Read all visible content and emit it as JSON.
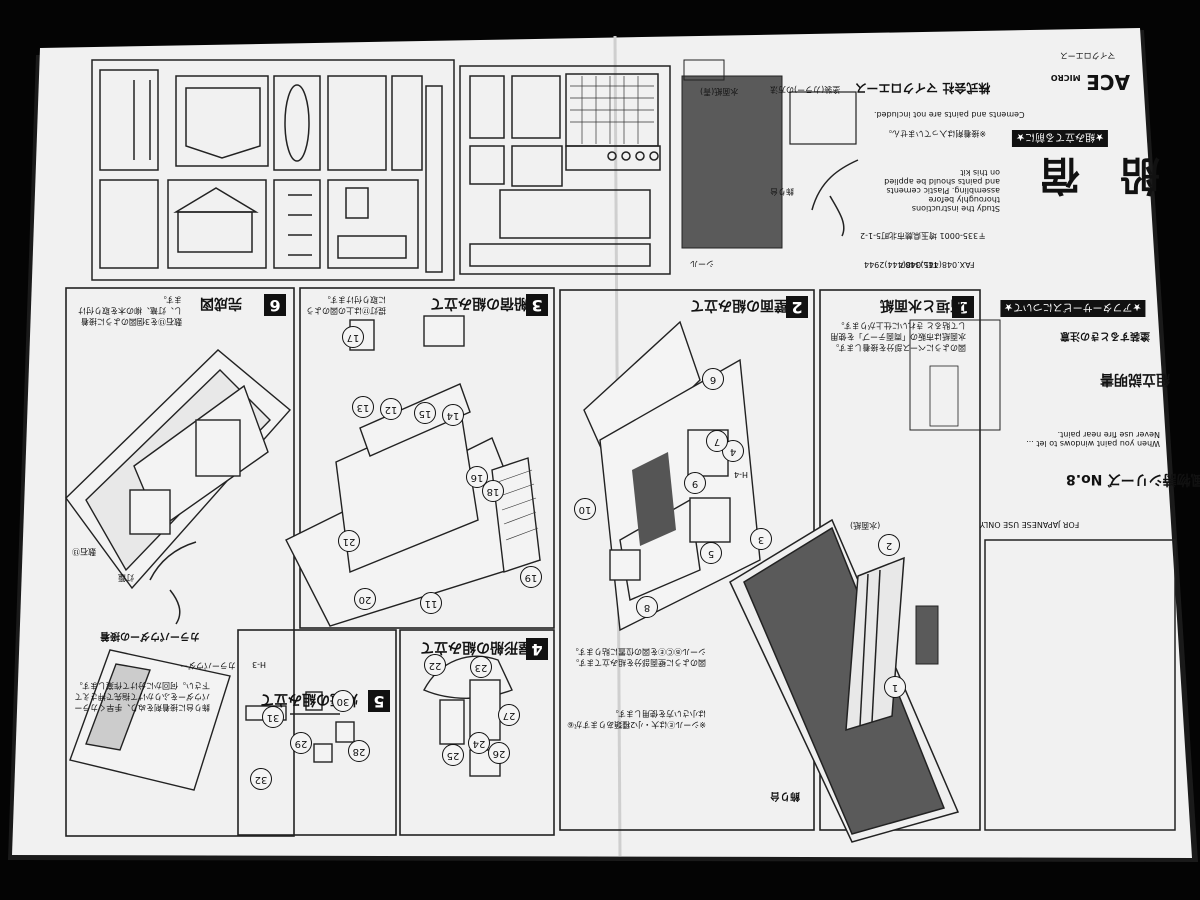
{
  "product": {
    "brand": "ACE",
    "brand_micro": "MICRO",
    "brand_kana": "マイクロエース",
    "title": "船　宿",
    "series": "風物詩シリーズ No.8",
    "doc_type": "組立説明書"
  },
  "company": {
    "name": "株式会社 マイクロエース",
    "address": "〒335-0001 埼玉県蕨市北町5-1-2",
    "phone": "TEL.048(444)2944",
    "fax": "FAX.048(445)3407"
  },
  "notes": {
    "before_assembly_header": "★組み立てる前に★",
    "after_service_header": "★アフターサービスについて★",
    "paint_header": "塗装するときの注意",
    "english_1": "Study the instructions thoroughly before assembling. Plastic cements and paints should be applied on this kit",
    "english_2": "Cements and paints are not included.",
    "english_3": "When you paint windows to let ... Never use fire near paint.",
    "english_4": "FOR JAPANESE USE ONLY",
    "parts_note": "※接着剤は入っていません。",
    "color_paint": "塗装(カラー)の方法"
  },
  "steps": [
    {
      "num": "1",
      "label": "石垣と水面紙",
      "text": "図のようにベース部分を接着します。水面紙は市販の「両面テープ」を使用して貼ると きれいに仕上がります。"
    },
    {
      "num": "2",
      "label": "壁面の組み立て",
      "text": "図のように壁面部分を組み立てます。シールⒷⒸⒺを図の位置に貼ります。"
    },
    {
      "num": "3",
      "label": "船宿の組み立て",
      "text": "提灯⑰は上の図のように取り付けます。"
    },
    {
      "num": "4",
      "label": "屋形船の組み立て",
      "text": "※シールⒺは大・小2種類ありますが⑥は小さい方を使用します。"
    },
    {
      "num": "5",
      "label": "灯篭の組み立て",
      "text": ""
    },
    {
      "num": "6",
      "label": "完成図",
      "text": "敷石⑬を3個図のように接着し、灯篭、柳の木を取り付けます。"
    }
  ],
  "labels": {
    "water_paper": "(水面紙)",
    "water_paper_color": "水面紙(青)",
    "display_stand": "飾り台",
    "seal": "シール",
    "lantern": "灯籠",
    "paving": "敷石⑬",
    "color_powder": "カラーパウダー",
    "powder_title": "カラーパウダーの接着",
    "powder_text": "飾り台に接着剤をぬり、手早くカラーパウダーをふりかけて指先で押さえて下さい。何回かに分けて作業します。",
    "h4": "H-4",
    "h3": "H-3"
  },
  "part_numbers": [
    "1",
    "2",
    "3",
    "4",
    "5",
    "6",
    "7",
    "8",
    "9",
    "10",
    "11",
    "12",
    "13",
    "14",
    "15",
    "16",
    "17",
    "18",
    "19",
    "20",
    "21",
    "22",
    "23",
    "24",
    "25",
    "26",
    "27",
    "28",
    "29",
    "30",
    "31",
    "32"
  ],
  "colors": {
    "background": "#040404",
    "paper": "#f2f2f2",
    "ink": "#111111",
    "water_panel": "#5a5a5a"
  }
}
